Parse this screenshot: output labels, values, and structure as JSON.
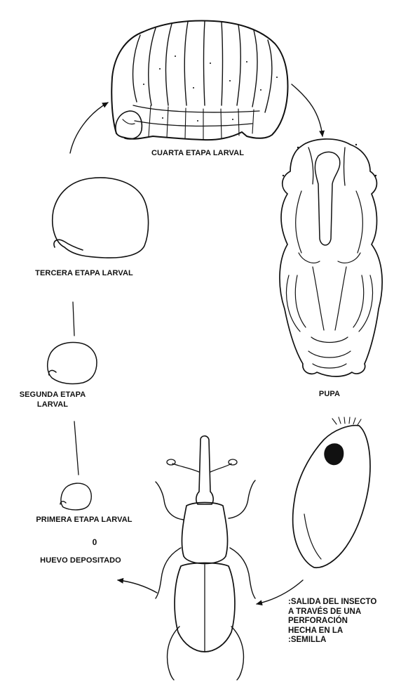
{
  "stages": {
    "fourth_larval": "CUARTA ETAPA LARVAL",
    "third_larval": "TERCERA ETAPA LARVAL",
    "second_larval_line1": "SEGUNDA ETAPA",
    "second_larval_line2": "LARVAL",
    "first_larval": "PRIMERA ETAPA LARVAL",
    "egg_mark": "0",
    "egg": "HUEVO DEPOSITADO",
    "pupa": "PUPA"
  },
  "exit_note": {
    "lines": [
      ":SALIDA DEL INSECTO",
      "A TRAVÉS DE UNA",
      "PERFORACIÓN",
      "HECHA EN LA",
      ":SEMILLA"
    ]
  }
}
